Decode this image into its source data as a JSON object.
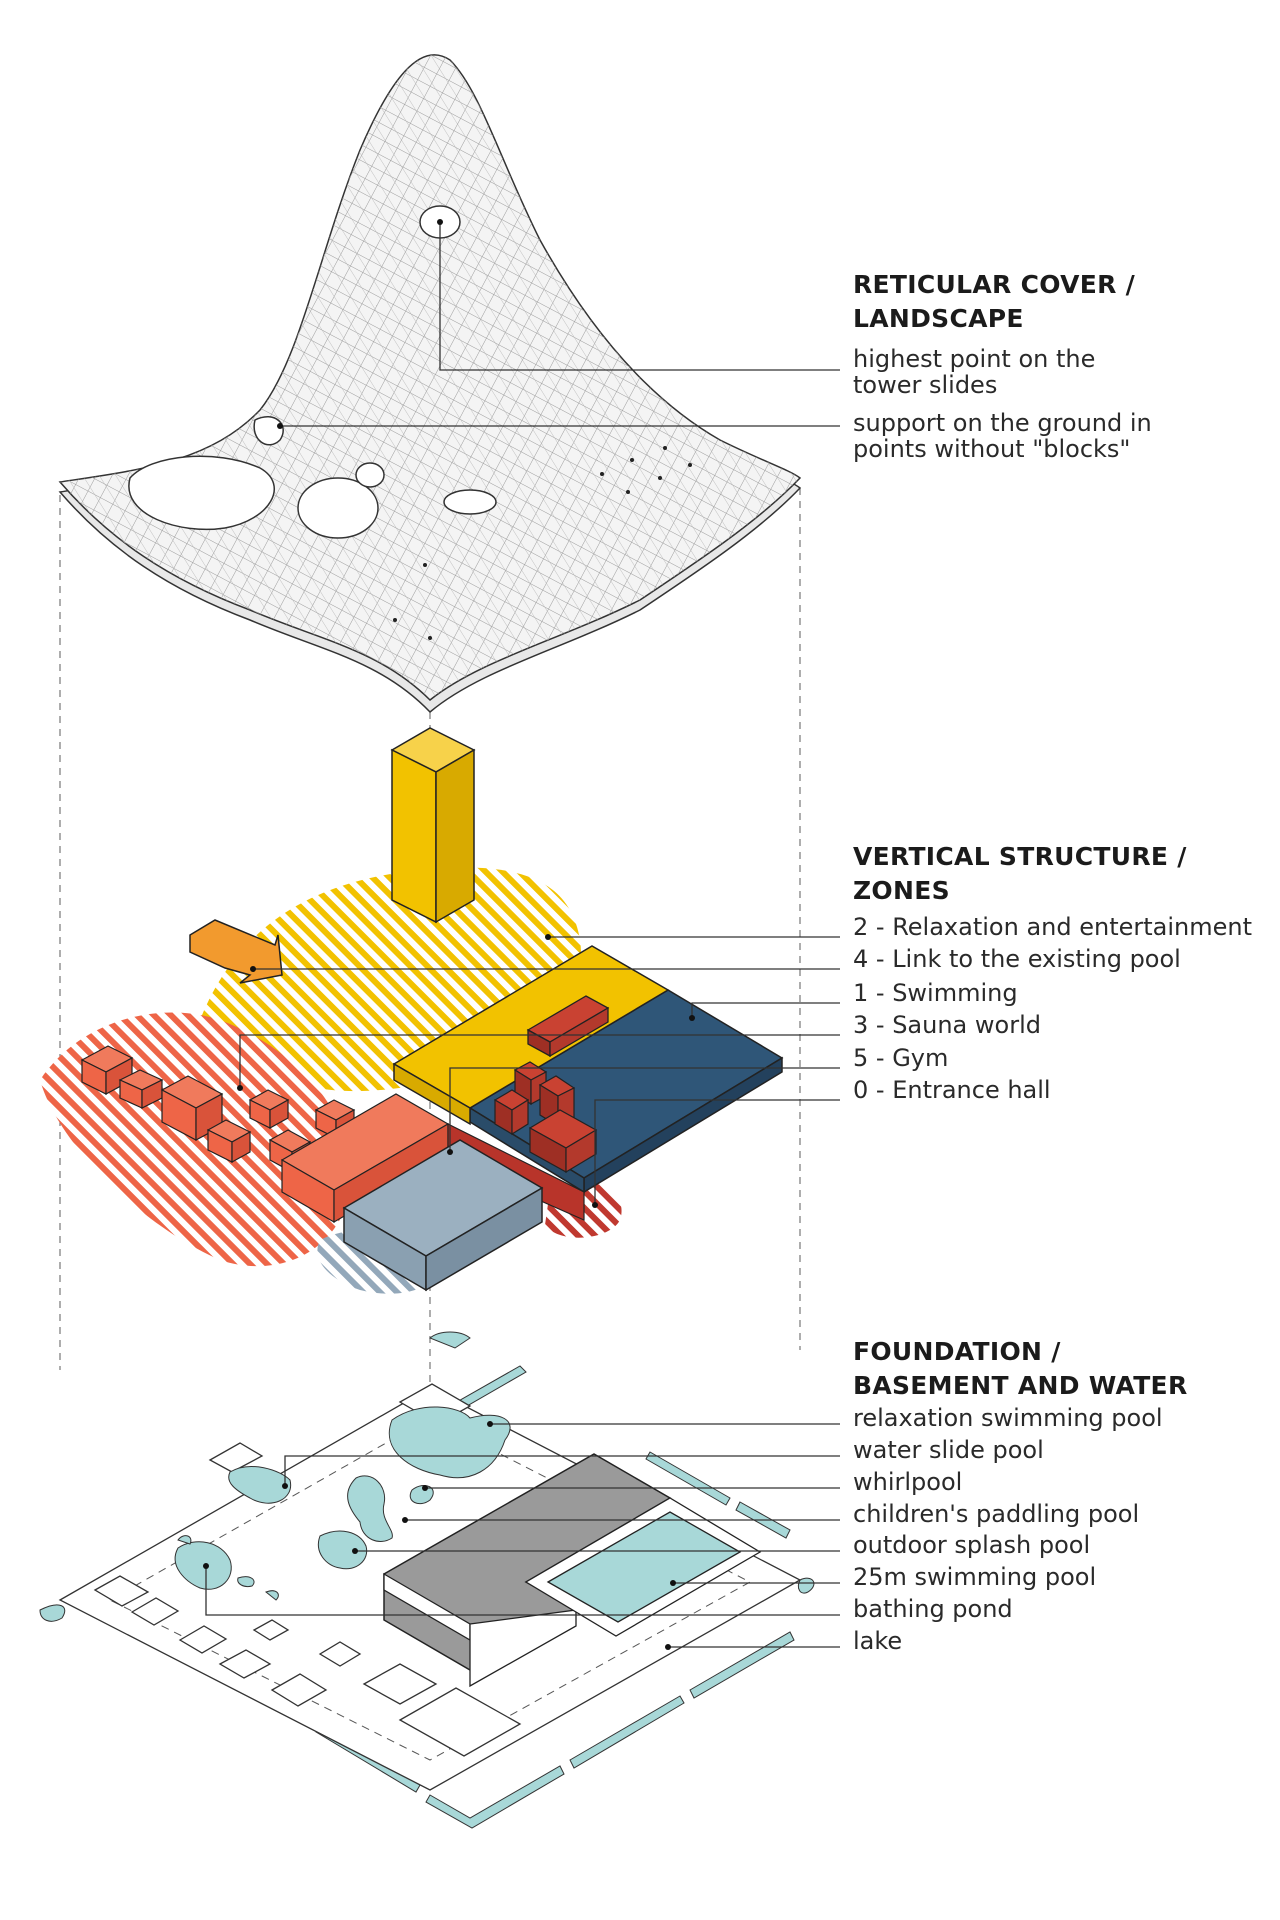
{
  "sections": {
    "cover": {
      "title_line1": "RETICULAR COVER /",
      "title_line2": "LANDSCAPE",
      "items": [
        {
          "line1": "highest point on the",
          "line2": "tower slides"
        },
        {
          "line1": "support on the ground in",
          "line2": "points without \"blocks\""
        }
      ]
    },
    "structure": {
      "title_line1": "VERTICAL STRUCTURE /",
      "title_line2": "ZONES",
      "items": [
        "2 - Relaxation and entertainment",
        "4 - Link to the existing pool",
        "1 - Swimming",
        "3 - Sauna world",
        "5 - Gym",
        "0 - Entrance hall"
      ]
    },
    "foundation": {
      "title_line1": "FOUNDATION /",
      "title_line2": "BASEMENT AND WATER",
      "items": [
        "relaxation swimming pool",
        "water slide pool",
        "whirlpool",
        "children's paddling pool",
        "outdoor splash pool",
        "25m swimming pool",
        "bathing pond",
        "lake"
      ]
    }
  },
  "colors": {
    "yellow": "#f2c200",
    "orange": "#f29a2e",
    "red": "#ee6547",
    "dark_red": "#b8342a",
    "blue": "#2f5678",
    "grey_blue": "#9bb0c0",
    "water": "#a8d8d8",
    "basement": "#9a9a9a"
  }
}
